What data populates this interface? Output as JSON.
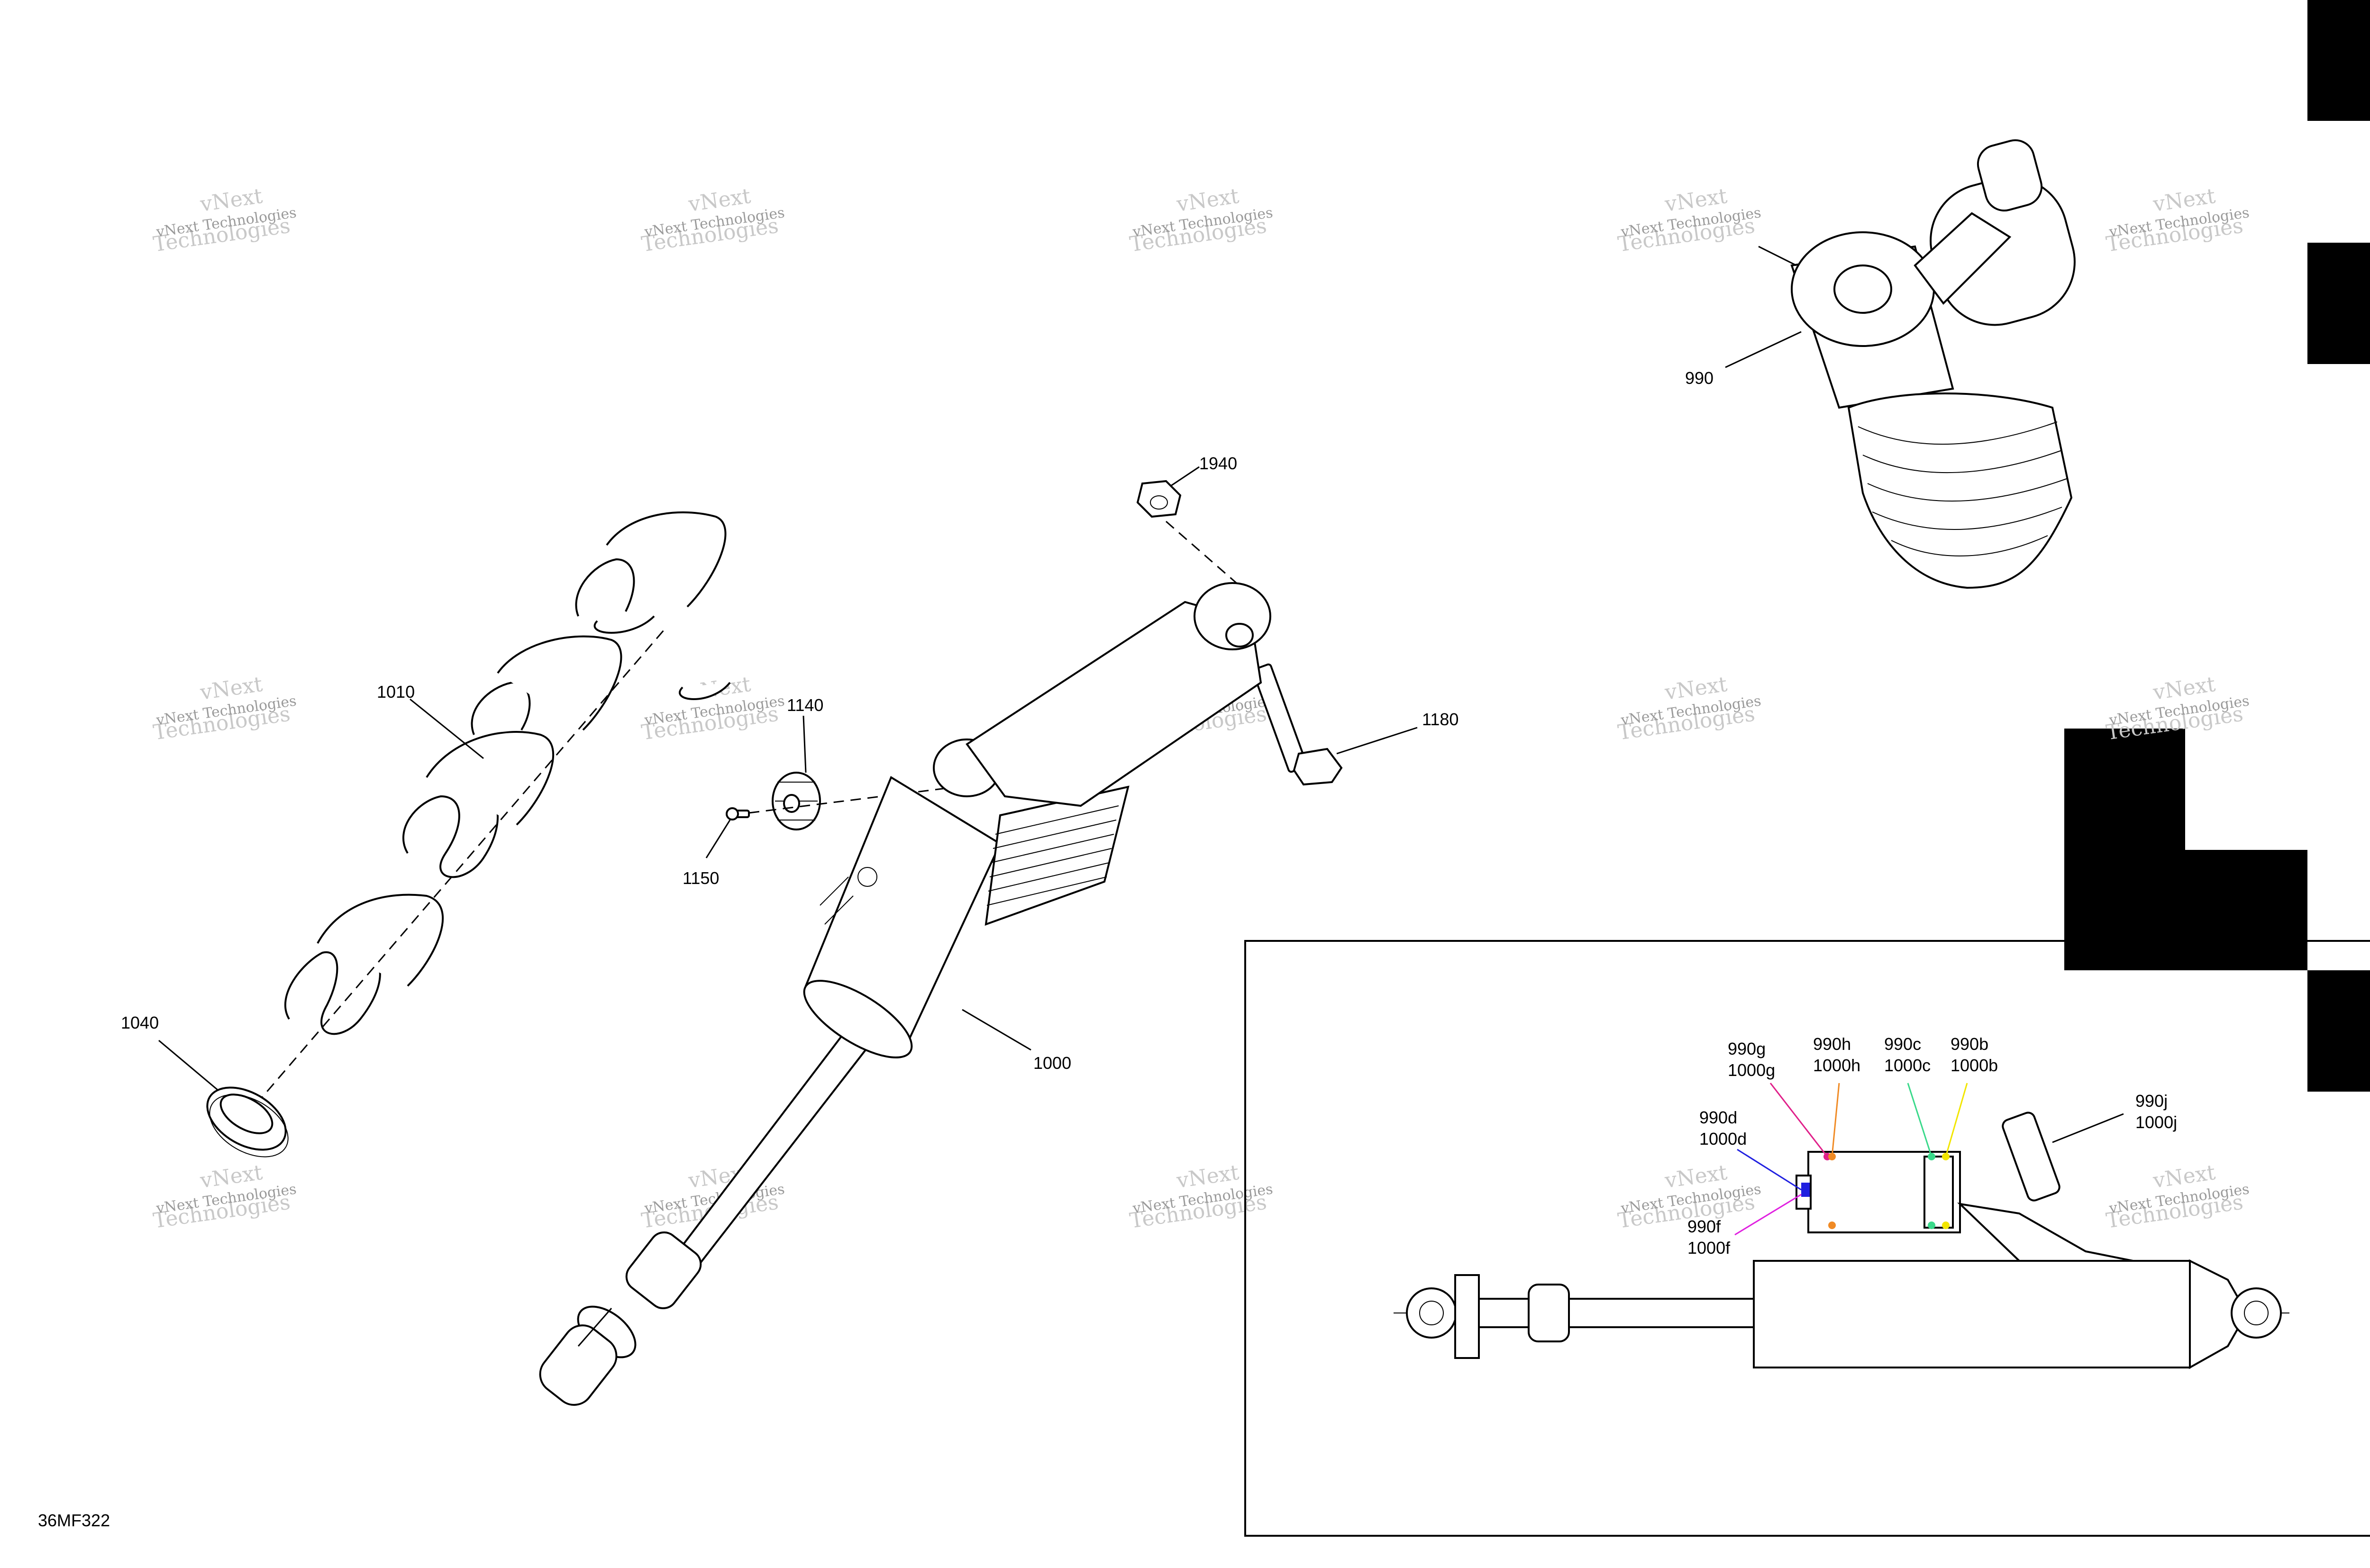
{
  "diagram_code": "36MF322",
  "watermark": {
    "line1": "vNext Technologies",
    "line2": "Technologies",
    "line3": "vNext"
  },
  "callouts": {
    "c990": "990",
    "c1940": "1940",
    "c1180": "1180",
    "c1010": "1010",
    "c1140": "1140",
    "c1150": "1150",
    "c1040": "1040",
    "c1000": "1000"
  },
  "detail": {
    "g": [
      "990g",
      "1000g"
    ],
    "h": [
      "990h",
      "1000h"
    ],
    "c": [
      "990c",
      "1000c"
    ],
    "b": [
      "990b",
      "1000b"
    ],
    "d": [
      "990d",
      "1000d"
    ],
    "f": [
      "990f",
      "1000f"
    ],
    "j": [
      "990j",
      "1000j"
    ]
  },
  "colors": {
    "g": "#e0208a",
    "h": "#f08a24",
    "c": "#39d98a",
    "b": "#f2e600",
    "d": "#2020e0",
    "f": "#e020e0"
  }
}
